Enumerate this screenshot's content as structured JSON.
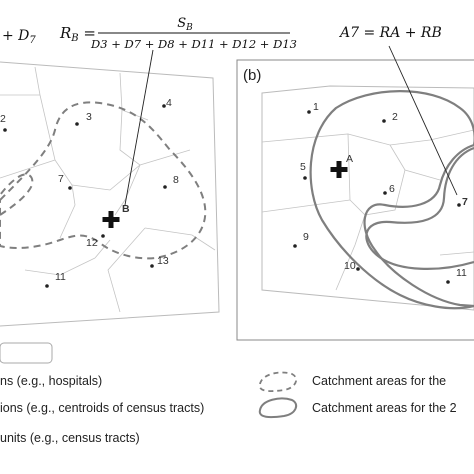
{
  "equations": {
    "top_left_fragment": "+ D",
    "top_left_fragment_sub": "7",
    "rb_lhs": "R",
    "rb_lhs_sub": "B",
    "rb_numerator": "S",
    "rb_numerator_sub": "B",
    "rb_denominator": "D3 + D7 + D8 + D11 + D12 + D13",
    "a7": "A7 = RA + RB"
  },
  "panels": {
    "left": {
      "point_labels": [
        "2",
        "3",
        "4",
        "7",
        "8",
        "12",
        "13",
        "11"
      ],
      "facility_label": "B"
    },
    "right": {
      "panel_label": "(b)",
      "point_labels": [
        "1",
        "2",
        "5",
        "6",
        "7",
        "9",
        "10",
        "11"
      ],
      "facility_label": "A"
    }
  },
  "legend": {
    "item1": "ns (e.g., hospitals)",
    "item2": "ions (e.g., centroids of census tracts)",
    "item3": "units (e.g., census tracts)",
    "item4": "Catchment areas for the",
    "item5": "Catchment areas for the 2"
  },
  "colors": {
    "line": "#999999",
    "boundary": "#bbbbbb",
    "catchment": "#7f7f7f",
    "text": "#222222"
  }
}
